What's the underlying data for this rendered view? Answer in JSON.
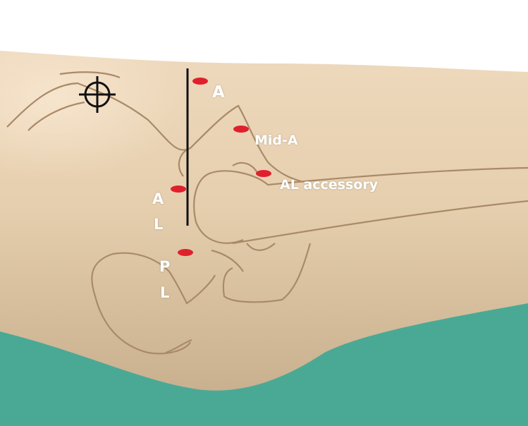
{
  "labels": {
    "anterior": "A",
    "mid_anterior": "Mid-A",
    "al_accessory": "AL accessory",
    "anterolateral_a": "A",
    "anterolateral_l": "L",
    "posterolateral_p": "P",
    "posterolateral_l": "L"
  },
  "colors": {
    "portal_marker": "#e0202c",
    "skin": "#e9d3b4",
    "table": "#4aa995",
    "bone_outline": "#a98a68",
    "guide_line": "#111111"
  }
}
